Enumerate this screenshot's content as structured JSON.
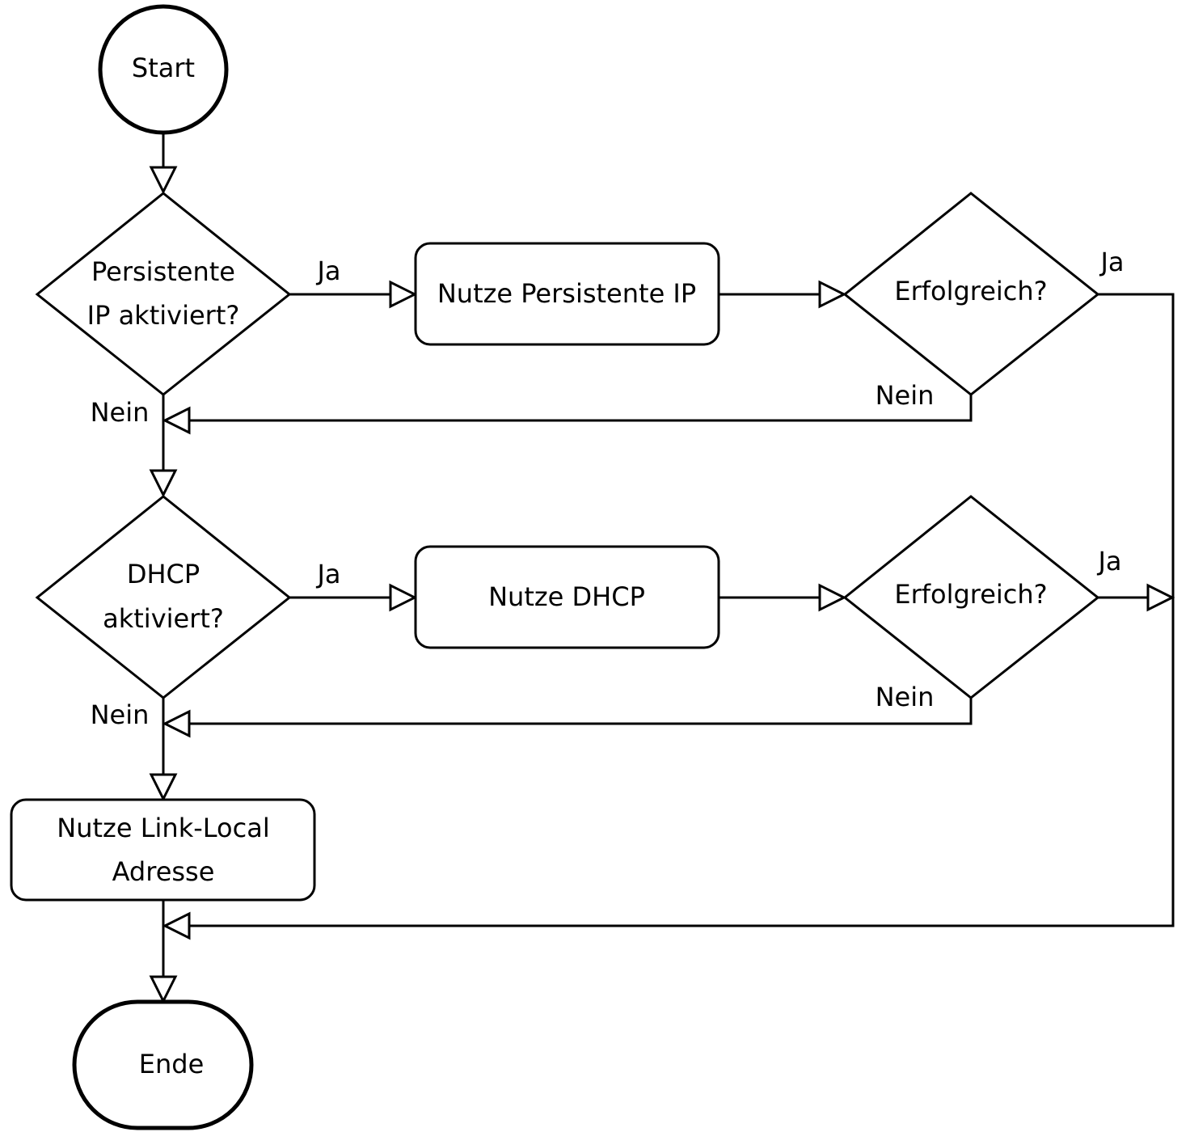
{
  "nodes": {
    "start": "Start",
    "q_persistent_line1": "Persistente",
    "q_persistent_line2": "IP aktiviert?",
    "use_persistent": "Nutze Persistente IP",
    "q_success_1": "Erfolgreich?",
    "q_dhcp_line1": "DHCP",
    "q_dhcp_line2": "aktiviert?",
    "use_dhcp": "Nutze DHCP",
    "q_success_2": "Erfolgreich?",
    "link_local_line1": "Nutze Link-Local",
    "link_local_line2": "Adresse",
    "end": "Ende"
  },
  "edges": {
    "yes": "Ja",
    "no": "Nein"
  }
}
